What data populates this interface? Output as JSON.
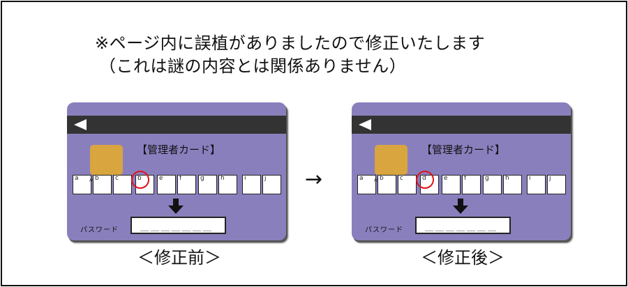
{
  "notice": {
    "line1": "※ページ内に誤植がありましたので修正いたします",
    "line2": "（これは謎の内容とは関係ありません）"
  },
  "colors": {
    "card": "#8a7fbd",
    "chip": "#d8a53e",
    "strip": "#333333",
    "highlight": "#e0121a"
  },
  "arrow_between": "→",
  "cards": {
    "before": {
      "title": "【管理者カード】",
      "tick": "〃",
      "keys": [
        {
          "label": "a",
          "value": ""
        },
        {
          "label": "",
          "value": "b"
        },
        {
          "label": "c",
          "value": ""
        },
        {
          "label": "",
          "value": "b"
        },
        {
          "label": "e",
          "value": ""
        },
        {
          "label": "f",
          "value": ""
        },
        {
          "label": "g",
          "value": ""
        },
        {
          "label": "h",
          "value": ""
        },
        {
          "label": "i",
          "value": ""
        },
        {
          "label": "",
          "value": "j"
        }
      ],
      "password_label": "パスワード",
      "password_value": "＿＿＿＿＿＿＿",
      "caption": "＜修正前＞"
    },
    "after": {
      "title": "【管理者カード】",
      "tick": "〃",
      "keys": [
        {
          "label": "a",
          "value": ""
        },
        {
          "label": "",
          "value": "b"
        },
        {
          "label": "c",
          "value": ""
        },
        {
          "label": "",
          "value": "d"
        },
        {
          "label": "e",
          "value": ""
        },
        {
          "label": "f",
          "value": ""
        },
        {
          "label": "g",
          "value": ""
        },
        {
          "label": "h",
          "value": ""
        },
        {
          "label": "i",
          "value": ""
        },
        {
          "label": "",
          "value": "j"
        }
      ],
      "password_label": "パスワード",
      "password_value": "＿＿＿＿＿＿＿",
      "caption": "＜修正後＞"
    }
  }
}
